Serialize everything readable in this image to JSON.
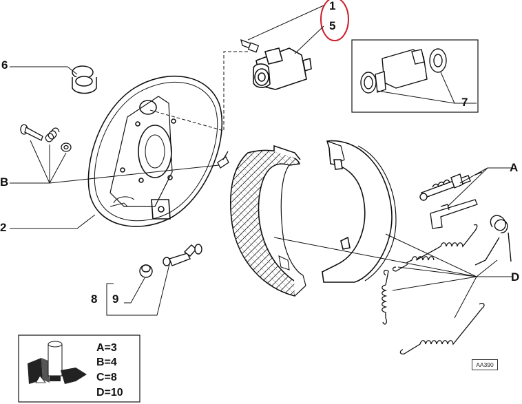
{
  "labels": {
    "l1": "1",
    "l5": "5",
    "l6": "6",
    "l7": "7",
    "lB": "B",
    "lA": "A",
    "l2": "2",
    "lD": "D",
    "l8": "8",
    "l9": "9"
  },
  "legend": {
    "a": "A=3",
    "b": "B=4",
    "c": "C=8",
    "d": "D=10"
  },
  "reference": "AA390",
  "colors": {
    "highlight": "#cc1f2a",
    "ink": "#111111"
  }
}
